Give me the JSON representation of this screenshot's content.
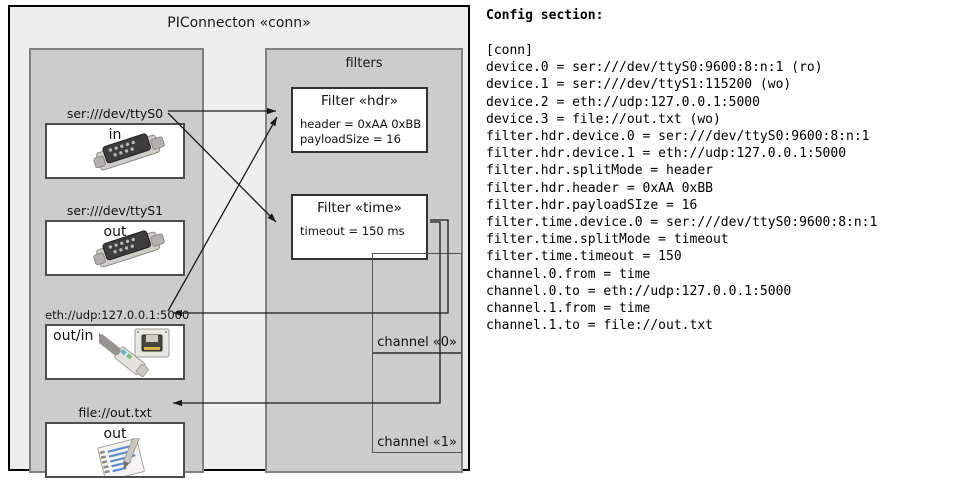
{
  "diagram": {
    "outer_title": "PIConnecton «conn»",
    "devices_panel": {
      "title": "",
      "devices": [
        {
          "caption": "ser:///dev/ttyS0",
          "label": "in",
          "icon": "serial-db9-icon"
        },
        {
          "caption": "ser:///dev/ttyS1",
          "label": "out",
          "icon": "serial-db9-icon"
        },
        {
          "caption": "eth://udp:127.0.0.1:5000",
          "label": "out/in",
          "icon": "ethernet-rj45-icon"
        },
        {
          "caption": "file://out.txt",
          "label": "out",
          "icon": "text-file-icon"
        }
      ]
    },
    "filters_panel": {
      "title": "filters",
      "filters": [
        {
          "title": "Filter «hdr»",
          "props": [
            "header = 0xAA 0xBB",
            "payloadSize = 16"
          ]
        },
        {
          "title": "Filter «time»",
          "props": [
            "timeout = 150 ms"
          ]
        }
      ],
      "channels": [
        {
          "label": "channel «0»"
        },
        {
          "label": "channel «1»"
        }
      ]
    },
    "colors": {
      "outer_bg": "#eeeeee",
      "panel_bg": "#cccccc",
      "box_bg": "#ffffff",
      "border_dark": "#000000",
      "border_panel": "#808080",
      "arrow": "#1a1a1a"
    }
  },
  "config": {
    "heading": "Config section:",
    "text": "[conn]\ndevice.0 = ser:///dev/ttyS0:9600:8:n:1 (ro)\ndevice.1 = ser:///dev/ttyS1:115200 (wo)\ndevice.2 = eth://udp:127.0.0.1:5000\ndevice.3 = file://out.txt (wo)\nfilter.hdr.device.0 = ser:///dev/ttyS0:9600:8:n:1\nfilter.hdr.device.1 = eth://udp:127.0.0.1:5000\nfilter.hdr.splitMode = header\nfilter.hdr.header = 0xAA 0xBB\nfilter.hdr.payloadSIze = 16\nfilter.time.device.0 = ser:///dev/ttyS0:9600:8:n:1\nfilter.time.splitMode = timeout\nfilter.time.timeout = 150\nchannel.0.from = time\nchannel.0.to = eth://udp:127.0.0.1:5000\nchannel.1.from = time\nchannel.1.to = file://out.txt"
  }
}
